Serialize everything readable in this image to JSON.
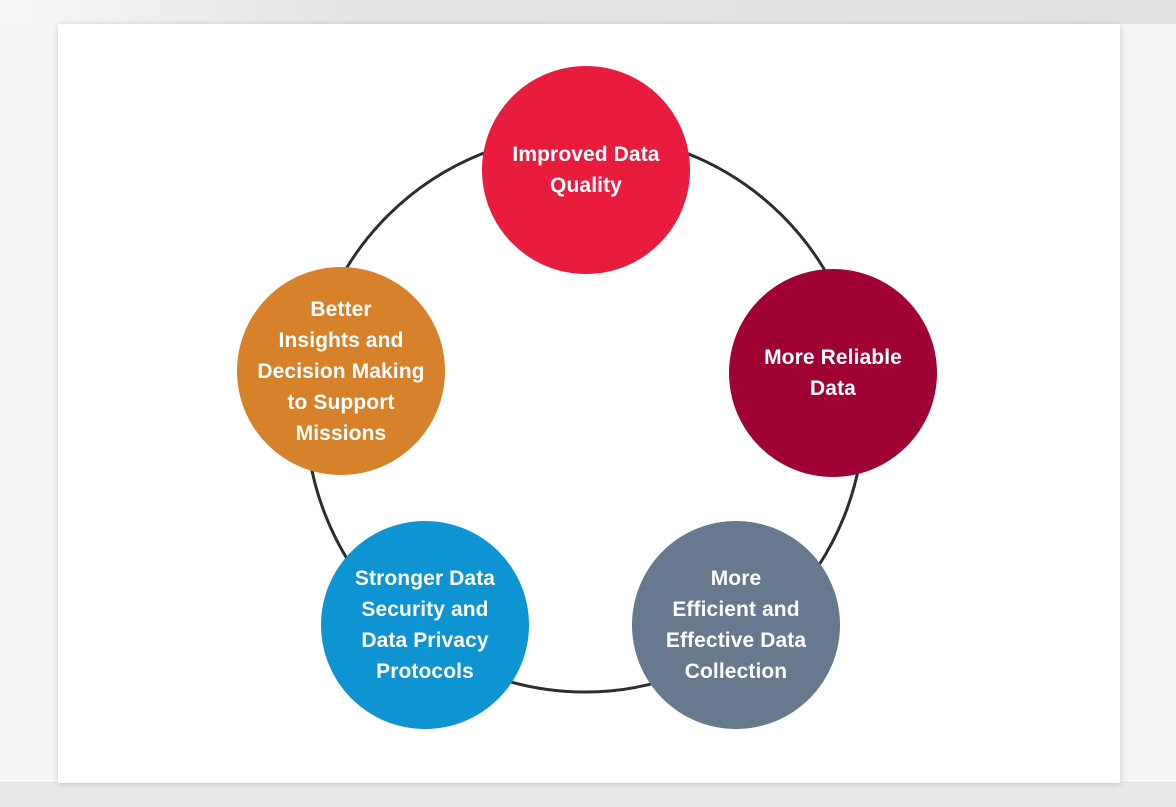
{
  "page": {
    "background_color": "#f5f5f5",
    "card_color": "#ffffff"
  },
  "diagram": {
    "title": "data-benefits-cycle",
    "ring": {
      "stroke_color": "#2d2d2d",
      "stroke_width": "3"
    },
    "text_color": "#ffffff",
    "nodes": [
      {
        "id": "improved-data-quality",
        "position": "top",
        "color": "#EA1C3D",
        "label": "Improved Data\nQuality"
      },
      {
        "id": "more-reliable-data",
        "position": "right",
        "color": "#A00234",
        "label": "More Reliable\nData"
      },
      {
        "id": "more-efficient-effective-data-collection",
        "position": "bottom-right",
        "color": "#67798F",
        "label": "More\nEfficient and\nEffective Data\nCollection"
      },
      {
        "id": "stronger-data-security-privacy-protocols",
        "position": "bottom-left",
        "color": "#0E93D3",
        "label": "Stronger Data\nSecurity and\nData Privacy\nProtocols"
      },
      {
        "id": "better-insights-decision-making",
        "position": "left",
        "color": "#D8812B",
        "label": "Better\nInsights and\nDecision Making\nto Support\nMissions"
      }
    ]
  }
}
